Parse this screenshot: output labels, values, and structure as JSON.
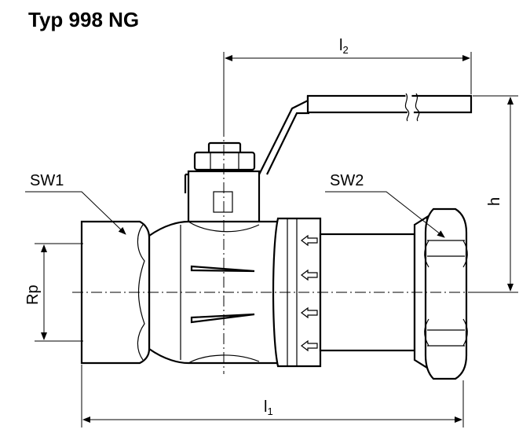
{
  "title": "Typ 998 NG",
  "labels": {
    "sw1": "SW1",
    "sw2": "SW2",
    "rp": "Rp",
    "h": "h",
    "l1_base": "l",
    "l1_sub": "1",
    "l2_base": "l",
    "l2_sub": "2"
  }
}
